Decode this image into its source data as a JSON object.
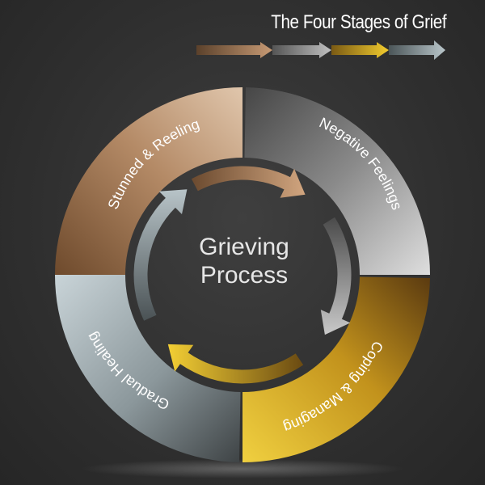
{
  "title": "The Four Stages of Grief",
  "center": {
    "line1": "Grieving",
    "line2": "Process"
  },
  "stages": [
    {
      "label": "Stunned & Reeling",
      "color": "#a5785a"
    },
    {
      "label": "Negative Feelings",
      "color": "#8e8e8e"
    },
    {
      "label": "Coping & Managing",
      "color": "#d8a823"
    },
    {
      "label": "Gradual Healing",
      "color": "#a9b6bb"
    }
  ],
  "legend_arrow_colors": [
    "#a27a58",
    "#8f8f8f",
    "#d9a925",
    "#a5b2b7"
  ],
  "background": "#333333"
}
